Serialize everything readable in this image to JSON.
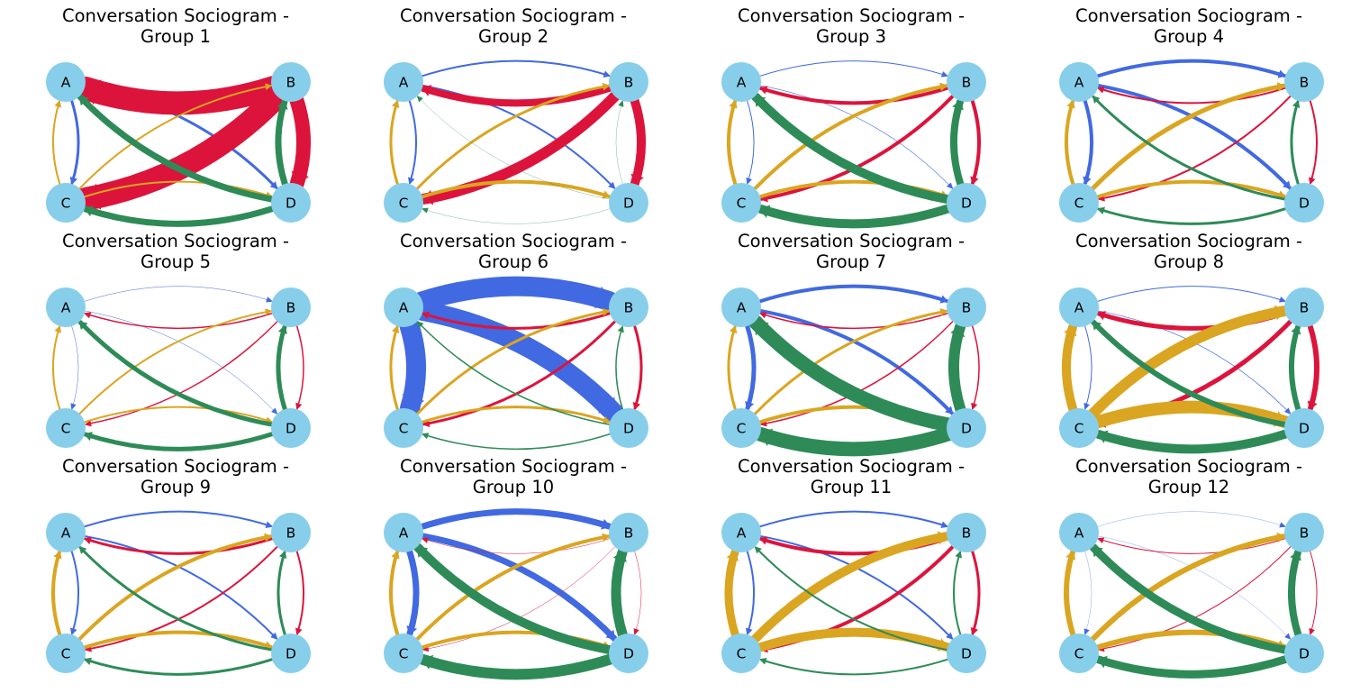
{
  "figure": {
    "title_prefix": "Conversation Sociogram -",
    "node_color": "#87CEEB",
    "colors": {
      "A": "#4169E1",
      "B": "#DC143C",
      "C": "#DAA520",
      "D": "#2E8B57"
    }
  },
  "graphs": [
    {
      "title": "Conversation Sociogram -\nGroup 1",
      "nodes": [
        "A",
        "B",
        "C",
        "D"
      ],
      "edges": [
        [
          "A",
          "C",
          3
        ],
        [
          "A",
          "D",
          3
        ],
        [
          "B",
          "A",
          26
        ],
        [
          "B",
          "C",
          26
        ],
        [
          "B",
          "D",
          16
        ],
        [
          "C",
          "A",
          2
        ],
        [
          "C",
          "B",
          2
        ],
        [
          "C",
          "D",
          2
        ],
        [
          "D",
          "A",
          7
        ],
        [
          "D",
          "B",
          7
        ],
        [
          "D",
          "C",
          7
        ]
      ]
    },
    {
      "title": "Conversation Sociogram -\nGroup 2",
      "nodes": [
        "A",
        "B",
        "C",
        "D"
      ],
      "edges": [
        [
          "A",
          "B",
          2
        ],
        [
          "A",
          "C",
          2
        ],
        [
          "A",
          "D",
          2
        ],
        [
          "B",
          "A",
          8
        ],
        [
          "B",
          "C",
          12
        ],
        [
          "B",
          "D",
          10
        ],
        [
          "C",
          "A",
          3
        ],
        [
          "C",
          "B",
          3
        ],
        [
          "C",
          "D",
          4
        ],
        [
          "D",
          "A",
          0.3
        ],
        [
          "D",
          "B",
          0.3
        ],
        [
          "D",
          "C",
          0.3
        ]
      ]
    },
    {
      "title": "Conversation Sociogram -\nGroup 3",
      "nodes": [
        "A",
        "B",
        "C",
        "D"
      ],
      "edges": [
        [
          "A",
          "B",
          1
        ],
        [
          "A",
          "C",
          1
        ],
        [
          "A",
          "D",
          0.6
        ],
        [
          "B",
          "A",
          4
        ],
        [
          "B",
          "C",
          4
        ],
        [
          "B",
          "D",
          4
        ],
        [
          "C",
          "A",
          4
        ],
        [
          "C",
          "B",
          4
        ],
        [
          "C",
          "D",
          4
        ],
        [
          "D",
          "A",
          10
        ],
        [
          "D",
          "B",
          8
        ],
        [
          "D",
          "C",
          10
        ]
      ]
    },
    {
      "title": "Conversation Sociogram -\nGroup 4",
      "nodes": [
        "A",
        "B",
        "C",
        "D"
      ],
      "edges": [
        [
          "A",
          "B",
          4
        ],
        [
          "A",
          "C",
          4
        ],
        [
          "A",
          "D",
          4
        ],
        [
          "B",
          "A",
          2
        ],
        [
          "B",
          "C",
          2
        ],
        [
          "B",
          "D",
          2
        ],
        [
          "C",
          "A",
          4
        ],
        [
          "C",
          "B",
          5
        ],
        [
          "C",
          "D",
          4
        ],
        [
          "D",
          "A",
          3
        ],
        [
          "D",
          "B",
          3
        ],
        [
          "D",
          "C",
          3
        ]
      ]
    },
    {
      "title": "Conversation Sociogram -\nGroup 5",
      "nodes": [
        "A",
        "B",
        "C",
        "D"
      ],
      "edges": [
        [
          "A",
          "B",
          0.5
        ],
        [
          "A",
          "C",
          0.5
        ],
        [
          "A",
          "D",
          0.5
        ],
        [
          "B",
          "A",
          1.5
        ],
        [
          "B",
          "C",
          1.5
        ],
        [
          "B",
          "D",
          1.5
        ],
        [
          "C",
          "A",
          2
        ],
        [
          "C",
          "B",
          2
        ],
        [
          "C",
          "D",
          2
        ],
        [
          "D",
          "A",
          5
        ],
        [
          "D",
          "B",
          5
        ],
        [
          "D",
          "C",
          5
        ]
      ]
    },
    {
      "title": "Conversation Sociogram -\nGroup 6",
      "nodes": [
        "A",
        "B",
        "C",
        "D"
      ],
      "edges": [
        [
          "A",
          "B",
          22
        ],
        [
          "A",
          "C",
          22
        ],
        [
          "A",
          "D",
          22
        ],
        [
          "B",
          "A",
          3
        ],
        [
          "B",
          "C",
          3
        ],
        [
          "B",
          "D",
          3
        ],
        [
          "C",
          "A",
          3
        ],
        [
          "C",
          "B",
          3
        ],
        [
          "C",
          "D",
          3
        ],
        [
          "D",
          "A",
          1.5
        ],
        [
          "D",
          "B",
          1.5
        ],
        [
          "D",
          "C",
          1.5
        ]
      ]
    },
    {
      "title": "Conversation Sociogram -\nGroup 7",
      "nodes": [
        "A",
        "B",
        "C",
        "D"
      ],
      "edges": [
        [
          "A",
          "B",
          4
        ],
        [
          "A",
          "C",
          5
        ],
        [
          "A",
          "D",
          4
        ],
        [
          "B",
          "A",
          1.5
        ],
        [
          "B",
          "C",
          1.5
        ],
        [
          "B",
          "D",
          1.5
        ],
        [
          "C",
          "A",
          3
        ],
        [
          "C",
          "B",
          3
        ],
        [
          "C",
          "D",
          4
        ],
        [
          "D",
          "A",
          16
        ],
        [
          "D",
          "B",
          12
        ],
        [
          "D",
          "C",
          16
        ]
      ]
    },
    {
      "title": "Conversation Sociogram -\nGroup 8",
      "nodes": [
        "A",
        "B",
        "C",
        "D"
      ],
      "edges": [
        [
          "A",
          "B",
          1
        ],
        [
          "A",
          "C",
          1
        ],
        [
          "A",
          "D",
          0.7
        ],
        [
          "B",
          "A",
          5
        ],
        [
          "B",
          "C",
          5
        ],
        [
          "B",
          "D",
          6
        ],
        [
          "C",
          "A",
          10
        ],
        [
          "C",
          "B",
          12
        ],
        [
          "C",
          "D",
          14
        ],
        [
          "D",
          "A",
          6
        ],
        [
          "D",
          "B",
          6
        ],
        [
          "D",
          "C",
          10
        ]
      ]
    },
    {
      "title": "Conversation Sociogram -\nGroup 9",
      "nodes": [
        "A",
        "B",
        "C",
        "D"
      ],
      "edges": [
        [
          "A",
          "B",
          2
        ],
        [
          "A",
          "C",
          2
        ],
        [
          "A",
          "D",
          2
        ],
        [
          "B",
          "A",
          3
        ],
        [
          "B",
          "C",
          2
        ],
        [
          "B",
          "D",
          2
        ],
        [
          "C",
          "A",
          4
        ],
        [
          "C",
          "B",
          4
        ],
        [
          "C",
          "D",
          4
        ],
        [
          "D",
          "A",
          3
        ],
        [
          "D",
          "B",
          3
        ],
        [
          "D",
          "C",
          3
        ]
      ]
    },
    {
      "title": "Conversation Sociogram -\nGroup 10",
      "nodes": [
        "A",
        "B",
        "C",
        "D"
      ],
      "edges": [
        [
          "A",
          "B",
          7
        ],
        [
          "A",
          "C",
          7
        ],
        [
          "A",
          "D",
          7
        ],
        [
          "B",
          "A",
          0.5
        ],
        [
          "B",
          "C",
          0.5
        ],
        [
          "B",
          "D",
          0.5
        ],
        [
          "C",
          "A",
          4
        ],
        [
          "C",
          "B",
          4
        ],
        [
          "C",
          "D",
          4
        ],
        [
          "D",
          "A",
          10
        ],
        [
          "D",
          "B",
          11
        ],
        [
          "D",
          "C",
          12
        ]
      ]
    },
    {
      "title": "Conversation Sociogram -\nGroup 11",
      "nodes": [
        "A",
        "B",
        "C",
        "D"
      ],
      "edges": [
        [
          "A",
          "B",
          2
        ],
        [
          "A",
          "C",
          2
        ],
        [
          "A",
          "D",
          2
        ],
        [
          "B",
          "A",
          4
        ],
        [
          "B",
          "C",
          4
        ],
        [
          "B",
          "D",
          3
        ],
        [
          "C",
          "A",
          9
        ],
        [
          "C",
          "B",
          10
        ],
        [
          "C",
          "D",
          10
        ],
        [
          "D",
          "A",
          2
        ],
        [
          "D",
          "B",
          2
        ],
        [
          "D",
          "C",
          2
        ]
      ]
    },
    {
      "title": "Conversation Sociogram -\nGroup 12",
      "nodes": [
        "A",
        "B",
        "C",
        "D"
      ],
      "edges": [
        [
          "A",
          "B",
          0.3
        ],
        [
          "A",
          "C",
          0.3
        ],
        [
          "A",
          "D",
          0.3
        ],
        [
          "B",
          "A",
          1
        ],
        [
          "B",
          "C",
          1
        ],
        [
          "B",
          "D",
          1
        ],
        [
          "C",
          "A",
          6
        ],
        [
          "C",
          "B",
          6
        ],
        [
          "C",
          "D",
          6
        ],
        [
          "D",
          "A",
          9
        ],
        [
          "D",
          "B",
          8
        ],
        [
          "D",
          "C",
          9
        ]
      ]
    }
  ]
}
